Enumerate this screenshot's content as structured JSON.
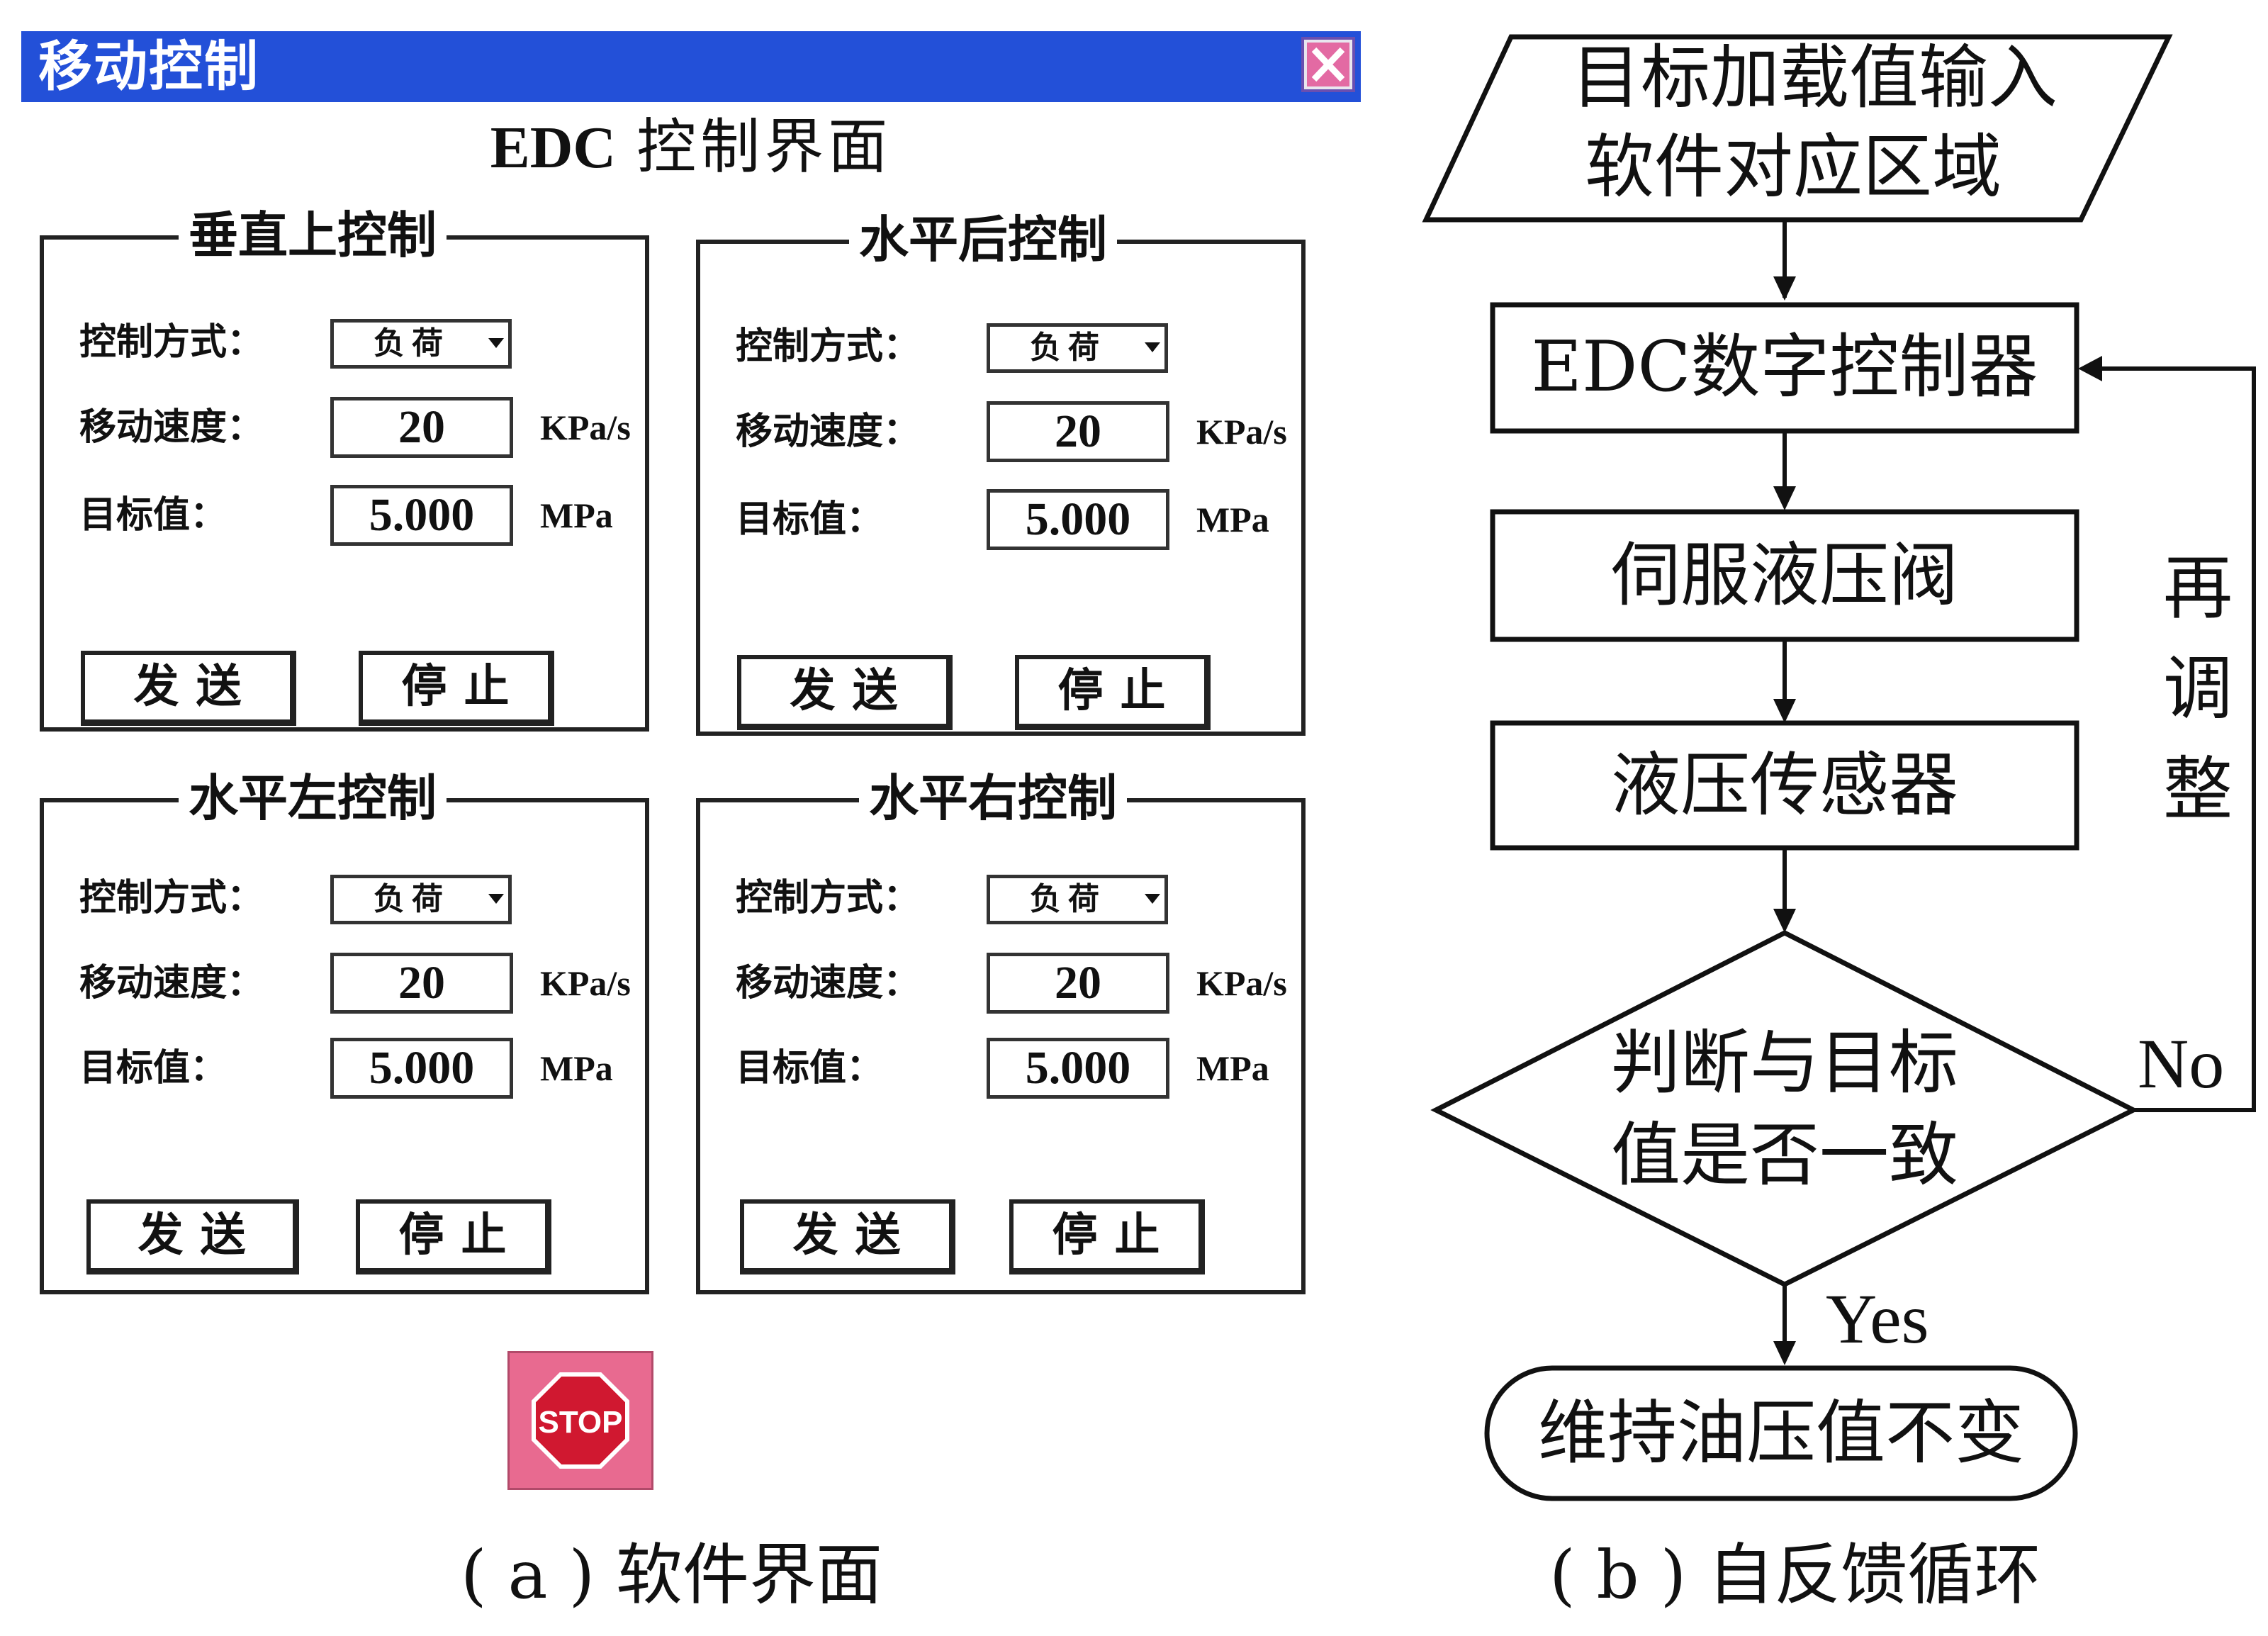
{
  "window": {
    "title": "移动控制",
    "heading_latin": "EDC",
    "heading_cjk": "控制界面",
    "close_icon": "close-icon"
  },
  "groups": [
    {
      "name": "垂直上控制",
      "mode_label": "控制方式：",
      "mode_value": "负荷",
      "speed_label": "移动速度：",
      "speed_value": "20",
      "speed_unit": "KPa/s",
      "target_label": "目标值：",
      "target_value": "5.000",
      "target_unit": "MPa",
      "send_label": "发送",
      "stop_label": "停止"
    },
    {
      "name": "水平后控制",
      "mode_label": "控制方式：",
      "mode_value": "负荷",
      "speed_label": "移动速度：",
      "speed_value": "20",
      "speed_unit": "KPa/s",
      "target_label": "目标值：",
      "target_value": "5.000",
      "target_unit": "MPa",
      "send_label": "发送",
      "stop_label": "停止"
    },
    {
      "name": "水平左控制",
      "mode_label": "控制方式：",
      "mode_value": "负荷",
      "speed_label": "移动速度：",
      "speed_value": "20",
      "speed_unit": "KPa/s",
      "target_label": "目标值：",
      "target_value": "5.000",
      "target_unit": "MPa",
      "send_label": "发送",
      "stop_label": "停止"
    },
    {
      "name": "水平右控制",
      "mode_label": "控制方式：",
      "mode_value": "负荷",
      "speed_label": "移动速度：",
      "speed_value": "20",
      "speed_unit": "KPa/s",
      "target_label": "目标值：",
      "target_value": "5.000",
      "target_unit": "MPa",
      "send_label": "发送",
      "stop_label": "停止"
    }
  ],
  "stop_button": {
    "label": "STOP",
    "icon": "stop-sign-icon",
    "color": "#e86a90"
  },
  "captions": {
    "a": "( a ) 软件界面",
    "b": "( b ) 自反馈循环"
  },
  "flowchart": {
    "input": [
      "目标加载值输入",
      "软件对应区域"
    ],
    "controller": "EDC数字控制器",
    "valve": "伺服液压阀",
    "sensor": "液压传感器",
    "decision": [
      "判断与目标",
      "值是否一致"
    ],
    "end": "维持油压值不变",
    "no_label": "No",
    "yes_label": "Yes",
    "readjust": [
      "再",
      "调",
      "整"
    ]
  },
  "colors": {
    "titlebar": "#2350d8",
    "stop": "#e86a90"
  }
}
